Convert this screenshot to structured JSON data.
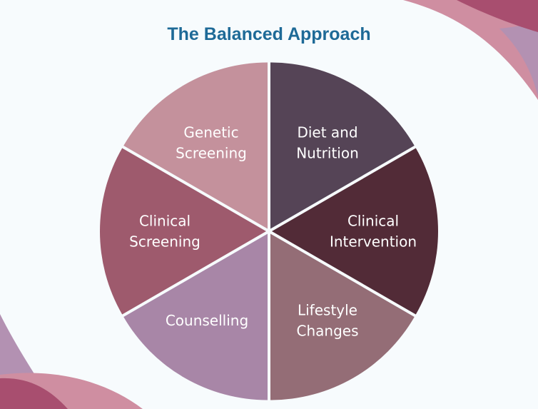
{
  "title": "The Balanced Approach",
  "segments": [
    {
      "label_lines": [
        "Diet and",
        "Nutrition"
      ],
      "color": "#554456"
    },
    {
      "label_lines": [
        "Clinical",
        "Intervention"
      ],
      "color": "#522b37"
    },
    {
      "label_lines": [
        "Lifestyle",
        "Changes"
      ],
      "color": "#946d76"
    },
    {
      "label_lines": [
        "Counselling"
      ],
      "color": "#a886a7"
    },
    {
      "label_lines": [
        "Clinical",
        "Screening"
      ],
      "color": "#9e5a6d"
    },
    {
      "label_lines": [
        "Genetic",
        "Screening"
      ],
      "color": "#c4919c"
    }
  ],
  "colors": {
    "background": "#f7fbfd",
    "title": "#1e6a97",
    "decor_dark": "#a84e6f",
    "decor_light": "#cf8ea1",
    "decor_lilac": "#b391b2"
  }
}
